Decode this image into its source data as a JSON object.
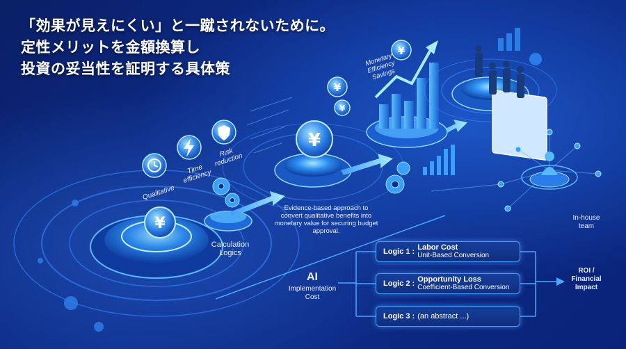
{
  "title": {
    "line1": "「効果が見えにくい」と一蹴されないために。",
    "line2": "定性メリットを金額換算し",
    "line3": "投資の妥当性を証明する具体策"
  },
  "labels": {
    "qualitative": "Qualitative",
    "time_efficiency": "Time efficiency",
    "risk_reduction": "Risk reduction",
    "monetary_savings": "Monetary Efficiency Savings",
    "calculation_logics": "Calculation Logics",
    "evidence": "Evidence-based approach to convert qualitative benefits into monetary value for securing budget approval.",
    "inhouse_team": "In-house team",
    "ai_title": "AI",
    "ai_sub": "Implementation Cost",
    "roi": "ROI / Financial Impact"
  },
  "logic": [
    {
      "num": "Logic 1 :",
      "l1": "Labor Cost",
      "l2": "Unit-Based Conversion"
    },
    {
      "num": "Logic 2 :",
      "l1": "Opportunity Loss",
      "l2": "Coefficient-Based Conversion"
    },
    {
      "num": "Logic 3 :",
      "l1": "(an abstract ...)",
      "l2": ""
    }
  ],
  "symbols": {
    "yen": "¥"
  },
  "colors": {
    "accent": "#3fa0ff",
    "glow": "#7fd4ff",
    "bg": "#0d2d8c"
  }
}
